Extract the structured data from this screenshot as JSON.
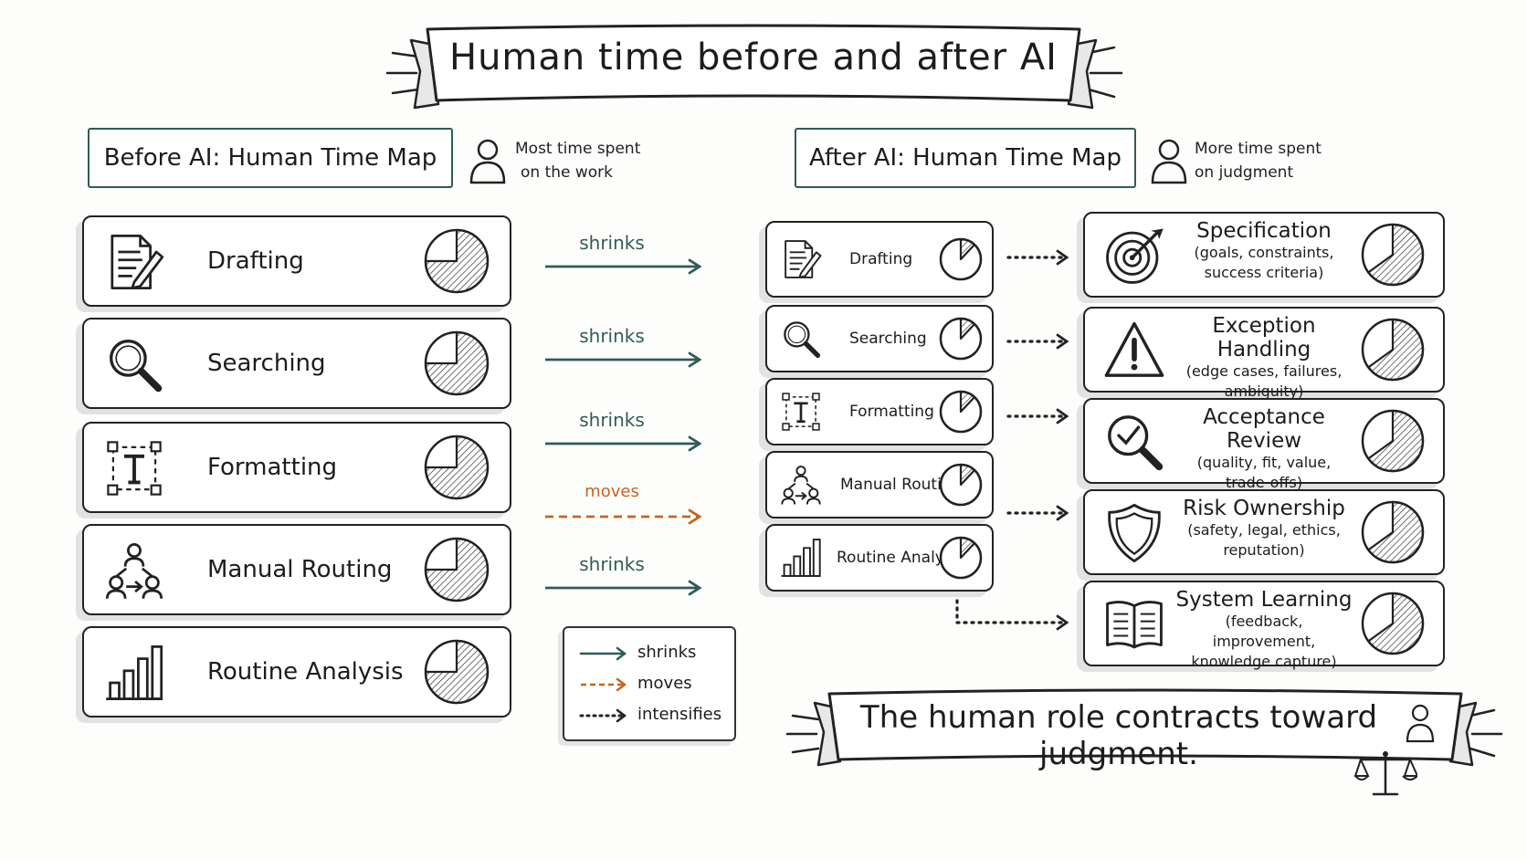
{
  "title": "Human time before and after AI",
  "before": {
    "header": "Before AI: Human Time Map",
    "note_line1": "Most time spent",
    "note_line2": "on the work",
    "tasks": [
      {
        "label": "Drafting",
        "icon": "document-pencil-icon"
      },
      {
        "label": "Searching",
        "icon": "magnifier-icon"
      },
      {
        "label": "Formatting",
        "icon": "text-frame-icon"
      },
      {
        "label": "Manual Routing",
        "icon": "people-routing-icon"
      },
      {
        "label": "Routine Analysis",
        "icon": "bar-chart-icon"
      }
    ],
    "time_share": 0.75
  },
  "transitions": [
    "shrinks",
    "shrinks",
    "shrinks",
    "moves",
    "shrinks"
  ],
  "legend": {
    "shrinks": "shrinks",
    "moves": "moves",
    "intensifies": "intensifies"
  },
  "after": {
    "header": "After AI: Human Time Map",
    "note_line1": "More time spent",
    "note_line2": "on judgment",
    "tasks": [
      {
        "label": "Drafting",
        "icon": "document-pencil-icon"
      },
      {
        "label": "Searching",
        "icon": "magnifier-icon"
      },
      {
        "label": "Formatting",
        "icon": "text-frame-icon"
      },
      {
        "label": "Manual Routing",
        "icon": "people-routing-icon"
      },
      {
        "label": "Routine Analysis",
        "icon": "bar-chart-icon"
      }
    ],
    "task_time_share": 0.12,
    "judgment": [
      {
        "title": "Specification",
        "sub1": "(goals, constraints,",
        "sub2": "success criteria)",
        "icon": "target-icon"
      },
      {
        "title": "Exception Handling",
        "sub1": "(edge cases, failures,",
        "sub2": "ambiguity)",
        "icon": "warning-icon"
      },
      {
        "title": "Acceptance Review",
        "sub1": "(quality, fit, value,",
        "sub2": "trade-offs)",
        "icon": "magnifier-check-icon"
      },
      {
        "title": "Risk Ownership",
        "sub1": "(safety, legal, ethics,",
        "sub2": "reputation)",
        "icon": "shield-icon"
      },
      {
        "title": "System Learning",
        "sub1": "(feedback, improvement,",
        "sub2": "knowledge capture)",
        "icon": "open-book-icon"
      }
    ],
    "judgment_time_share": 0.65
  },
  "conclusion": "The human role contracts toward judgment.",
  "colors": {
    "teal": "#2f5c58",
    "orange": "#c8641f",
    "ink": "#1c1c1c"
  }
}
